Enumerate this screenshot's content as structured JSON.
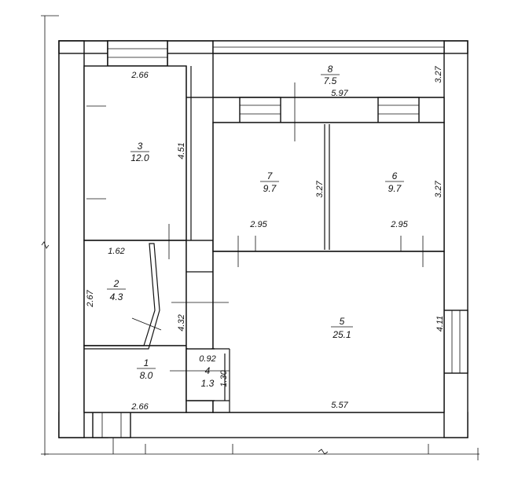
{
  "rooms": [
    {
      "number": "1",
      "area": "8.0"
    },
    {
      "number": "2",
      "area": "4.3"
    },
    {
      "number": "3",
      "area": "12.0"
    },
    {
      "number": "4",
      "area": "1.3"
    },
    {
      "number": "5",
      "area": "25.1"
    },
    {
      "number": "6",
      "area": "9.7"
    },
    {
      "number": "7",
      "area": "9.7"
    },
    {
      "number": "8",
      "area": "7.5"
    }
  ],
  "dimensions": {
    "r3_top": "2.66",
    "r3_side": "4.51",
    "r2_top": "1.62",
    "r2_side": "2.67",
    "corridor_side": "4.32",
    "r4_top": "0.92",
    "r4_side": "1.30",
    "r1_bottom": "2.66",
    "r5_bottom": "5.57",
    "r5_side": "4.11",
    "r7_bottom": "2.95",
    "r7_side": "3.27",
    "r6_bottom": "2.95",
    "r6_side": "3.27",
    "r8_bottom": "5.97",
    "r8_side": "3.27"
  }
}
